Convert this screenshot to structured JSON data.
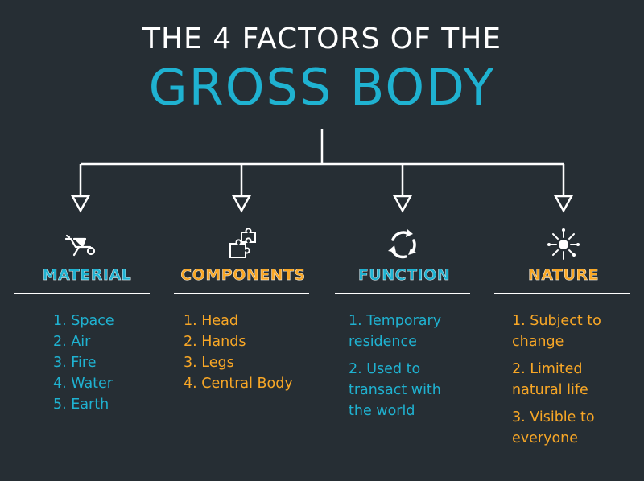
{
  "title": {
    "line1": "THE 4 FACTORS OF THE",
    "line2": "GROSS BODY"
  },
  "colors": {
    "background": "#262e34",
    "blue": "#1fb2d1",
    "orange": "#f8a726",
    "white": "#ffffff"
  },
  "columns": [
    {
      "heading": "MATERIAL",
      "icon": "wheelbarrow-icon",
      "color": "#1fb2d1",
      "items": [
        "1. Space",
        "2. Air",
        "3. Fire",
        "4. Water",
        "5. Earth"
      ]
    },
    {
      "heading": "COMPONENTS",
      "icon": "puzzle-pieces-icon",
      "color": "#f8a726",
      "items": [
        "1. Head",
        "2. Hands",
        "3. Legs",
        "4. Central Body"
      ]
    },
    {
      "heading": "FUNCTION",
      "icon": "cycle-arrows-icon",
      "color": "#1fb2d1",
      "items": [
        {
          "l1": "1. Temporary",
          "l2": "residence"
        },
        {
          "l1": "2. Used to",
          "l2": "transact with",
          "l3": "the world"
        }
      ]
    },
    {
      "heading": "NATURE",
      "icon": "sun-spark-icon",
      "color": "#f8a726",
      "items": [
        {
          "l1": "1. Subject to",
          "l2": "change"
        },
        {
          "l1": "2. Limited",
          "l2": "natural life"
        },
        {
          "l1": "3. Visible to",
          "l2": "everyone"
        }
      ]
    }
  ]
}
